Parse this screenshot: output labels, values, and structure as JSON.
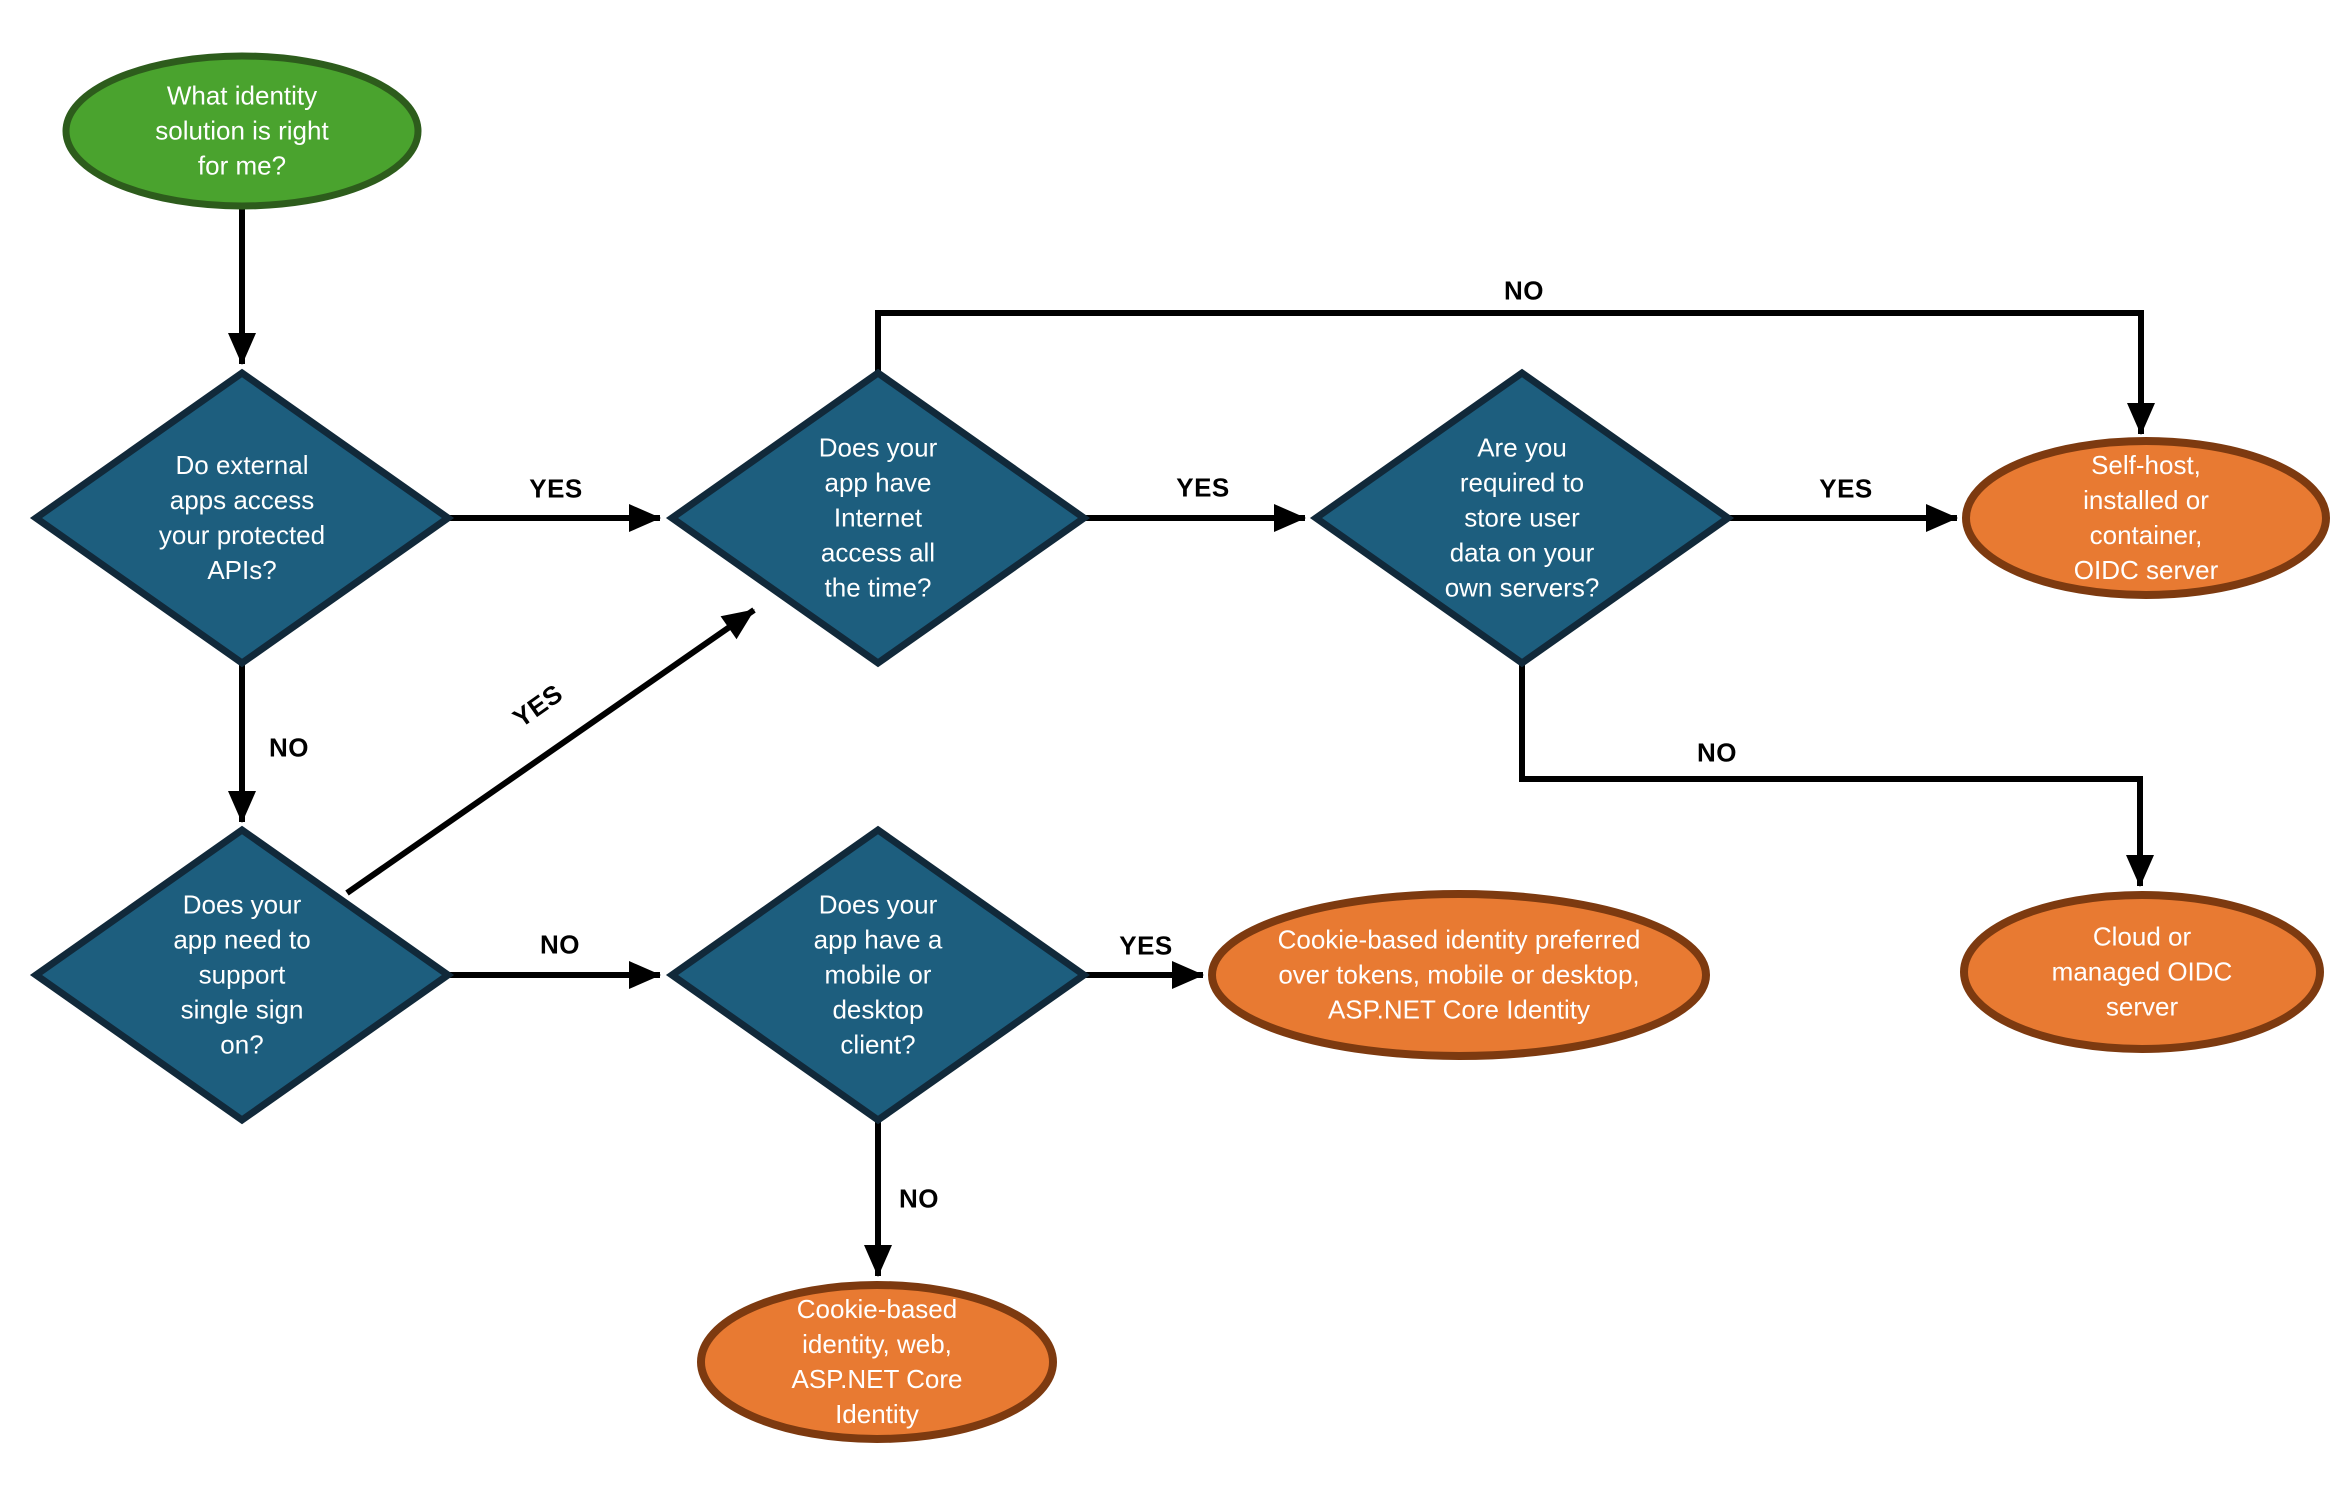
{
  "diagram_type": "flowchart",
  "colors": {
    "start_fill": "#4aa32e",
    "start_stroke": "#2d5c1c",
    "question_fill": "#1d5e7e",
    "question_stroke": "#11293a",
    "result_fill": "#e87a32",
    "result_stroke": "#7d3a10",
    "connector": "#000000",
    "edge_label_text": "#000000",
    "node_text": "#ffffff"
  },
  "nodes": {
    "start": {
      "label": "What identity solution is right for me?",
      "shape": "ellipse",
      "role": "start"
    },
    "q_external_apis": {
      "label": "Do external apps access your protected APIs?",
      "shape": "diamond",
      "role": "question"
    },
    "q_internet": {
      "label": "Does your app have Internet access all the time?",
      "shape": "diamond",
      "role": "question"
    },
    "q_store_user_data": {
      "label": "Are you required to store user data on your own servers?",
      "shape": "diamond",
      "role": "question"
    },
    "q_sso": {
      "label": "Does your app need to support single sign on?",
      "shape": "diamond",
      "role": "question"
    },
    "q_mobile_desktop": {
      "label": "Does your app have a mobile or desktop client?",
      "shape": "diamond",
      "role": "question"
    },
    "r_self_host": {
      "label": "Self-host, installed or container, OIDC server",
      "shape": "ellipse",
      "role": "result"
    },
    "r_cookie_mobile": {
      "label": "Cookie-based identity preferred over tokens, mobile or desktop, ASP.NET Core Identity",
      "shape": "ellipse",
      "role": "result"
    },
    "r_cloud": {
      "label": "Cloud or managed OIDC server",
      "shape": "ellipse",
      "role": "result"
    },
    "r_cookie_web": {
      "label": "Cookie-based identity, web, ASP.NET Core Identity",
      "shape": "ellipse",
      "role": "result"
    }
  },
  "edges": [
    {
      "from": "start",
      "to": "q_external_apis",
      "label": ""
    },
    {
      "from": "q_external_apis",
      "to": "q_internet",
      "label": "YES"
    },
    {
      "from": "q_external_apis",
      "to": "q_sso",
      "label": "NO"
    },
    {
      "from": "q_sso",
      "to": "q_internet",
      "label": "YES"
    },
    {
      "from": "q_sso",
      "to": "q_mobile_desktop",
      "label": "NO"
    },
    {
      "from": "q_internet",
      "to": "q_store_user_data",
      "label": "YES"
    },
    {
      "from": "q_internet",
      "to": "r_self_host",
      "label": "NO"
    },
    {
      "from": "q_store_user_data",
      "to": "r_self_host",
      "label": "YES"
    },
    {
      "from": "q_store_user_data",
      "to": "r_cloud",
      "label": "NO"
    },
    {
      "from": "q_mobile_desktop",
      "to": "r_cookie_mobile",
      "label": "YES"
    },
    {
      "from": "q_mobile_desktop",
      "to": "r_cookie_web",
      "label": "NO"
    }
  ]
}
